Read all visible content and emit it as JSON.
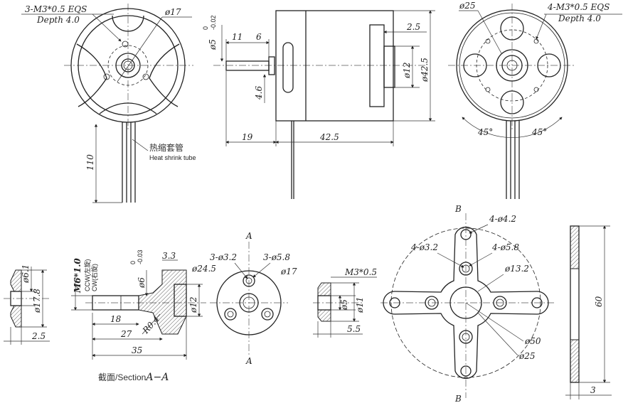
{
  "front_view": {
    "thread_note": "3-M3*0.5  EQS",
    "depth_note": "Depth 4.0",
    "diameter": "ø17",
    "lead_length": "110",
    "heat_shrink_cn": "热缩套管",
    "heat_shrink_en": "Heat shrink tube"
  },
  "side_view": {
    "shaft_dia": "ø5",
    "shaft_tol_upper": "0",
    "shaft_tol_lower": "-0.02",
    "d11": "11",
    "d6": "6",
    "d4_6": "4.6",
    "d19": "19",
    "d42_5_len": "42.5",
    "d2_5": "2.5",
    "d12": "ø12",
    "d42_5_dia": "ø42.5"
  },
  "rear_view": {
    "d25": "ø25",
    "thread_note": "4-M3*0.5  EQS",
    "depth_note": "Depth 4.0",
    "angle_left": "45°",
    "angle_right": "45°"
  },
  "collet": {
    "d6_1": "ø6.1",
    "d17_8": "ø17.8",
    "d2_5": "2.5"
  },
  "prop_adapter": {
    "thread": "M6*1.0",
    "ccw": "CCW(左旋)",
    "cw": "CW(右旋)",
    "bore": "ø6",
    "bore_tol_upper": "0",
    "bore_tol_lower": "-0.03",
    "d3_3": "3.3",
    "d24_5": "ø24.5",
    "d12": "ø12",
    "radius": "R0.4",
    "d18": "18",
    "d27": "27",
    "d35": "35",
    "section_caption_cn": "截面/Section",
    "section_caption_label": "A−A"
  },
  "adapter_front": {
    "section_mark": "A",
    "holes_small": "3-ø3.2",
    "holes_large": "3-ø5.8",
    "d17": "ø17"
  },
  "nut": {
    "thread": "M3*0.5",
    "d5": "ø5",
    "d11": "ø11",
    "d5_5": "5.5"
  },
  "mount_cross": {
    "section_mark": "B",
    "holes_outer": "4-ø4.2",
    "holes_inner_small": "4-ø3.2",
    "holes_inner_large": "4-ø5.8",
    "d13_2": "ø13.2",
    "d50": "ø50",
    "d25": "ø25",
    "height": "60",
    "thickness": "3"
  }
}
